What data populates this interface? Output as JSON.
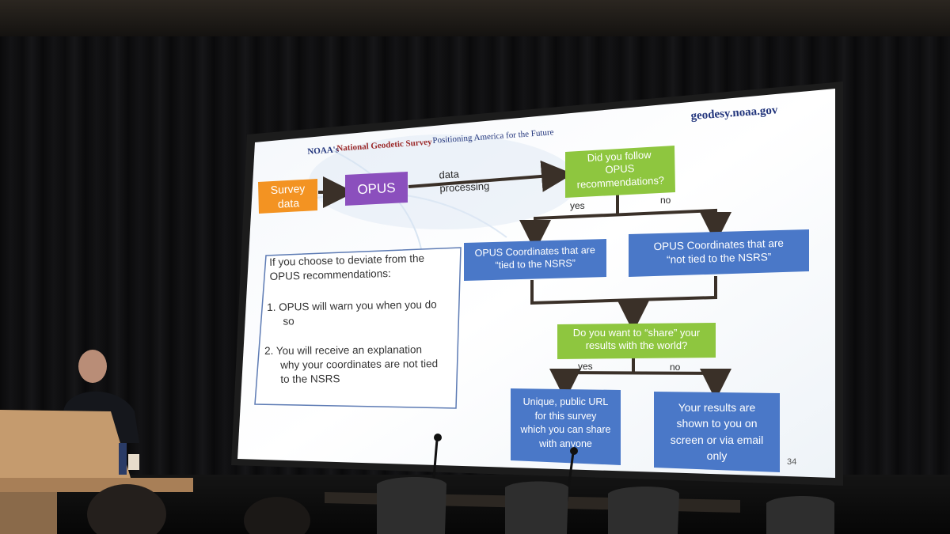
{
  "slide": {
    "header": {
      "noaa": "NOAA's",
      "ngs": "National Geodetic Survey",
      "tagline": "Positioning America for the Future",
      "website": "geodesy.noaa.gov"
    },
    "flow": {
      "survey_data": [
        "Survey",
        "data"
      ],
      "opus": "OPUS",
      "processing_label": [
        "data",
        "processing"
      ],
      "question1": [
        "Did you follow",
        "OPUS",
        "recommendations?"
      ],
      "yes1": "yes",
      "no1": "no",
      "tied": [
        "OPUS Coordinates that are",
        "“tied to the NSRS”"
      ],
      "not_tied": [
        "OPUS Coordinates that are",
        "“not tied to the NSRS”"
      ],
      "question2": [
        "Do you want to “share” your",
        "results with the world?"
      ],
      "yes2": "yes",
      "no2": "no",
      "public_url": [
        "Unique, public URL",
        "for this survey",
        "which you can share",
        "with anyone"
      ],
      "private": [
        "Your results are",
        "shown to you on",
        "screen or via email",
        "only"
      ]
    },
    "note": {
      "intro": [
        "If you choose to deviate from the",
        "OPUS recommendations:"
      ],
      "item1": [
        "1.  OPUS will warn you when you do",
        "so"
      ],
      "item2": [
        "2.  You will receive an explanation",
        "why your coordinates are not tied",
        "to the NSRS"
      ]
    },
    "page_number": "34"
  },
  "colors": {
    "orange": "#f39322",
    "purple": "#8b4fbd",
    "green": "#8ec63f",
    "blue": "#4a78c8",
    "arrow": "#3a3028",
    "ngs_red": "#9c2a2a",
    "noaa_blue": "#22357c"
  }
}
